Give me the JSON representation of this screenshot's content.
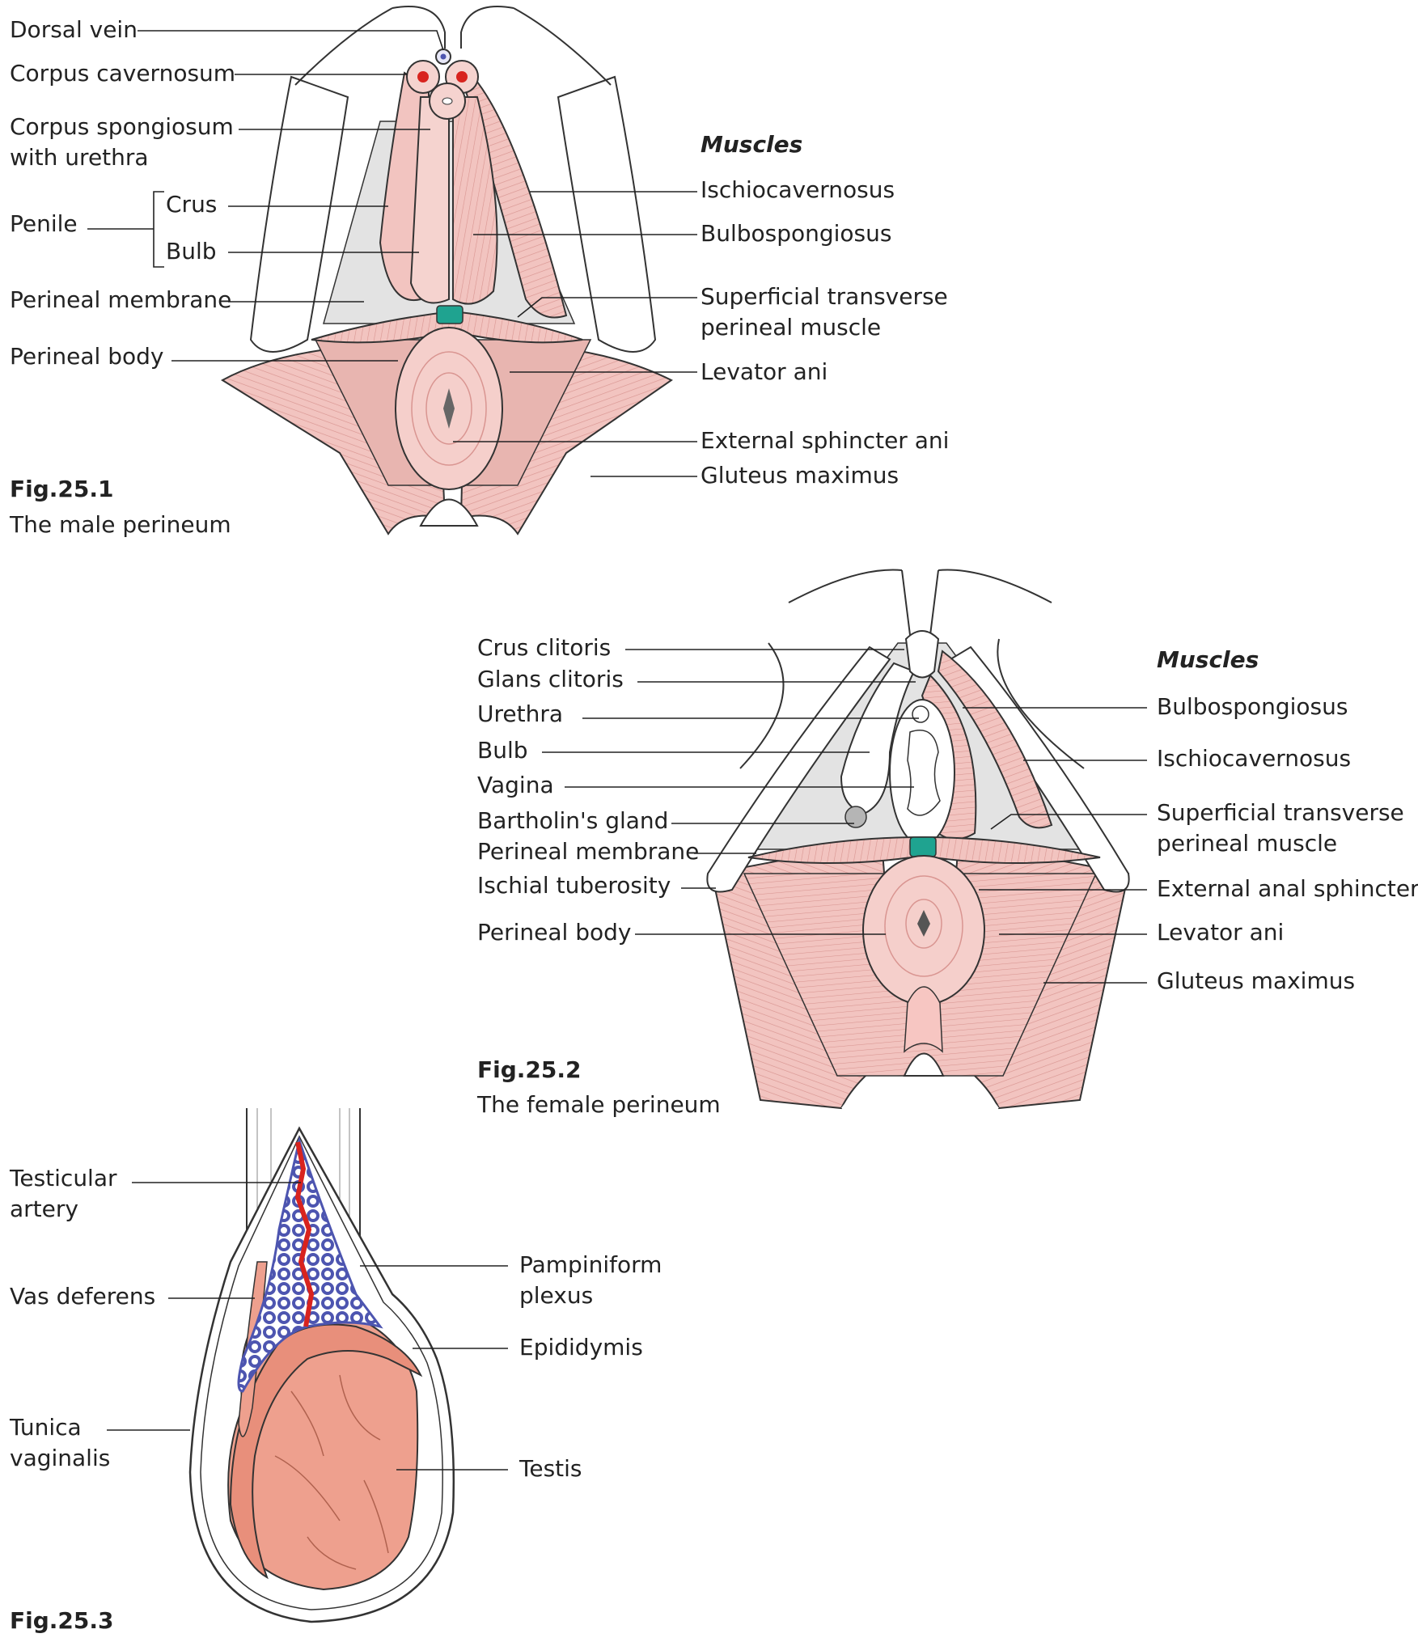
{
  "fig1": {
    "labels": {
      "dorsal_vein": "Dorsal vein",
      "corpus_cavernosum": "Corpus cavernosum",
      "corpus_spongiosum_1": "Corpus spongiosum",
      "corpus_spongiosum_2": "with urethra",
      "penile": "Penile",
      "crus": "Crus",
      "bulb": "Bulb",
      "perineal_membrane": "Perineal membrane",
      "perineal_body": "Perineal body",
      "muscles": "Muscles",
      "ischiocavernosus": "Ischiocavernosus",
      "bulbospongiosus": "Bulbospongiosus",
      "sup_transverse_1": "Superficial transverse",
      "sup_transverse_2": "perineal muscle",
      "levator_ani": "Levator ani",
      "external_sphincter": "External sphincter ani",
      "gluteus": "Gluteus maximus"
    },
    "fig_number": "Fig.25.1",
    "caption": "The male perineum"
  },
  "fig2": {
    "labels": {
      "crus_clitoris": "Crus clitoris",
      "glans_clitoris": "Glans clitoris",
      "urethra": "Urethra",
      "bulb": "Bulb",
      "vagina": "Vagina",
      "bartholin": "Bartholin's gland",
      "perineal_membrane": "Perineal membrane",
      "ischial_tuberosity": "Ischial tuberosity",
      "perineal_body": "Perineal body",
      "muscles": "Muscles",
      "bulbospongiosus": "Bulbospongiosus",
      "ischiocavernosus": "Ischiocavernosus",
      "sup_transverse_1": "Superficial transverse",
      "sup_transverse_2": "perineal muscle",
      "external_anal": "External anal sphincter",
      "levator_ani": "Levator ani",
      "gluteus": "Gluteus maximus"
    },
    "fig_number": "Fig.25.2",
    "caption": "The female perineum"
  },
  "fig3": {
    "labels": {
      "testicular_1": "Testicular",
      "testicular_2": "artery",
      "vas_deferens": "Vas deferens",
      "tunica_1": "Tunica",
      "tunica_2": "vaginalis",
      "pampiniform_1": "Pampiniform",
      "pampiniform_2": "plexus",
      "epididymis": "Epididymis",
      "testis": "Testis"
    },
    "fig_number": "Fig.25.3"
  },
  "colors": {
    "muscle": "#f2c4c0",
    "muscle_dark": "#e8a9a4",
    "membrane": "#e3e3e3",
    "teal": "#1fa390",
    "testis": "#eea08e",
    "vein": "#4d55b0",
    "artery": "#d8231e"
  }
}
